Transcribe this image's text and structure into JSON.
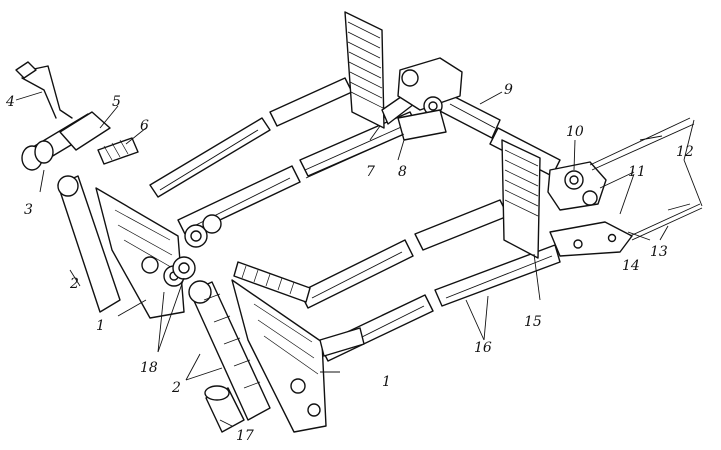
{
  "diagram": {
    "callouts": [
      {
        "id": "c1a",
        "text": "1"
      },
      {
        "id": "c1b",
        "text": "1"
      },
      {
        "id": "c2a",
        "text": "2"
      },
      {
        "id": "c2b",
        "text": "2"
      },
      {
        "id": "c3",
        "text": "3"
      },
      {
        "id": "c4",
        "text": "4"
      },
      {
        "id": "c5",
        "text": "5"
      },
      {
        "id": "c6",
        "text": "6"
      },
      {
        "id": "c7",
        "text": "7"
      },
      {
        "id": "c8",
        "text": "8"
      },
      {
        "id": "c9",
        "text": "9"
      },
      {
        "id": "c10",
        "text": "10"
      },
      {
        "id": "c11",
        "text": "11"
      },
      {
        "id": "c12",
        "text": "12"
      },
      {
        "id": "c13",
        "text": "13"
      },
      {
        "id": "c14",
        "text": "14"
      },
      {
        "id": "c15",
        "text": "15"
      },
      {
        "id": "c16",
        "text": "16"
      },
      {
        "id": "c17",
        "text": "17"
      },
      {
        "id": "c18",
        "text": "18"
      }
    ]
  }
}
